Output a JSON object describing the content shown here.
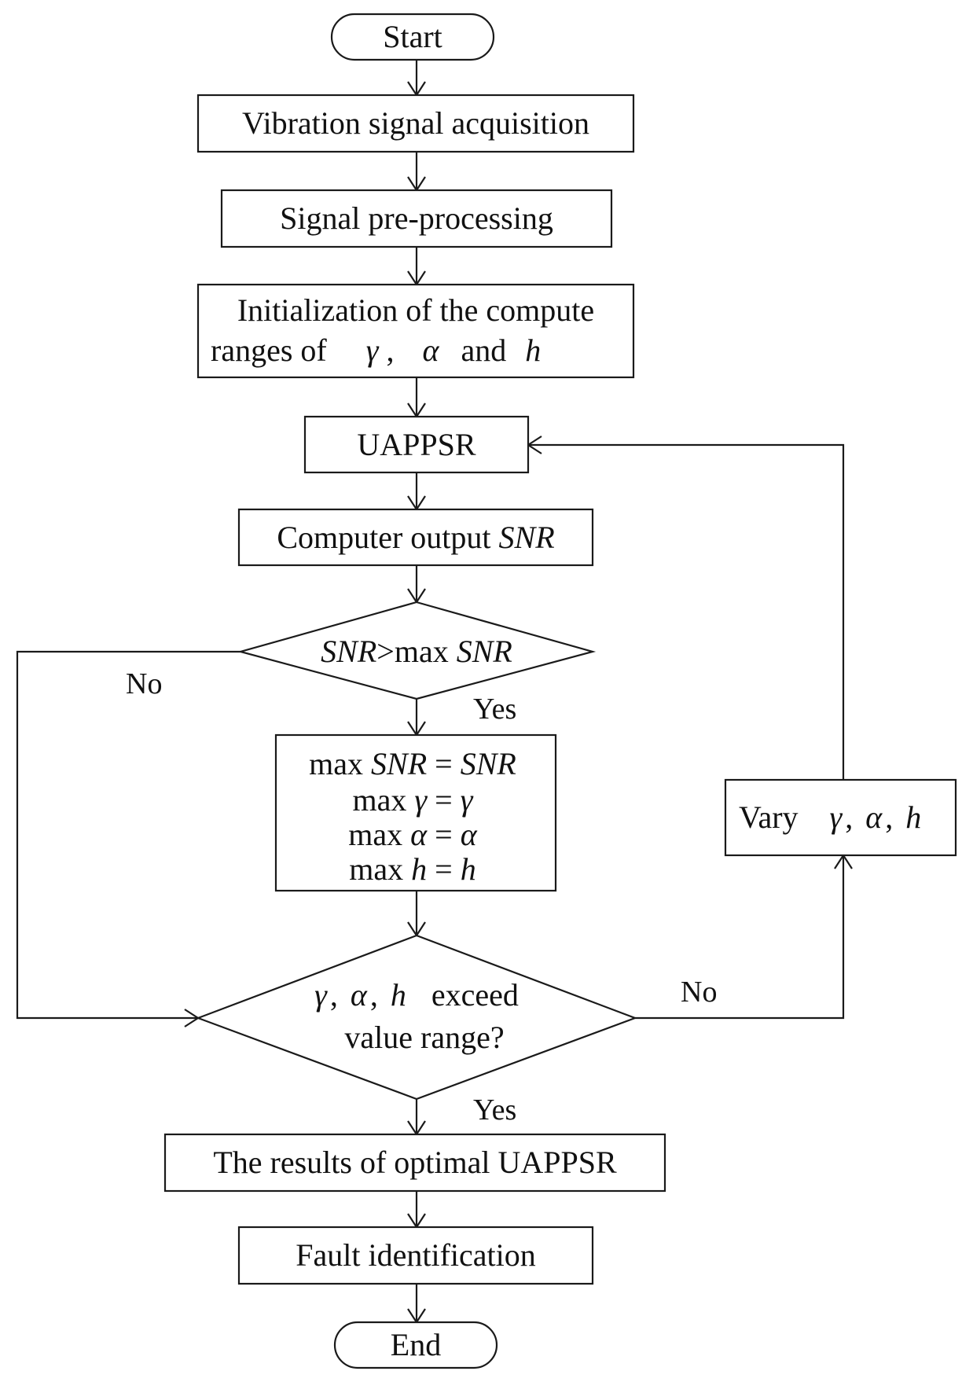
{
  "nodes": {
    "start": "Start",
    "acquisition": "Vibration signal acquisition",
    "preprocessing": "Signal pre-processing",
    "init": {
      "line1": "Initialization of the compute",
      "line2_prefix": "ranges of",
      "gamma": "γ",
      "comma": ",",
      "alpha": "α",
      "and": "and",
      "h": "h"
    },
    "uappsr": "UAPPSR",
    "compute_snr": {
      "prefix": "Computer output ",
      "snr": "SNR"
    },
    "decision_snr": {
      "snr": "SNR",
      "gt_max": ">max ",
      "snr2": "SNR"
    },
    "update": {
      "l1_max": "max ",
      "l1_snr": "SNR",
      "l1_eq": " = ",
      "l1_snr2": "SNR",
      "l2_max": "max ",
      "l2_v": "γ",
      "l2_eq": " = ",
      "l2_v2": "γ",
      "l3_max": "max ",
      "l3_v": "α",
      "l3_eq": " = ",
      "l3_v2": "α",
      "l4_max": "max ",
      "l4_v": "h",
      "l4_eq": " = ",
      "l4_v2": "h"
    },
    "vary": {
      "prefix": "Vary",
      "gamma": "γ",
      "c1": ",",
      "alpha": "α",
      "c2": ",",
      "h": "h"
    },
    "decision_range": {
      "gamma": "γ",
      "c1": ",",
      "alpha": "α",
      "c2": ",",
      "h": "h",
      "exceed": "exceed",
      "line2": "value range?"
    },
    "results": "The results of optimal UAPPSR",
    "fault": "Fault identification",
    "end": "End"
  },
  "edge_labels": {
    "snr_no": "No",
    "snr_yes": "Yes",
    "range_no": "No",
    "range_yes": "Yes"
  }
}
